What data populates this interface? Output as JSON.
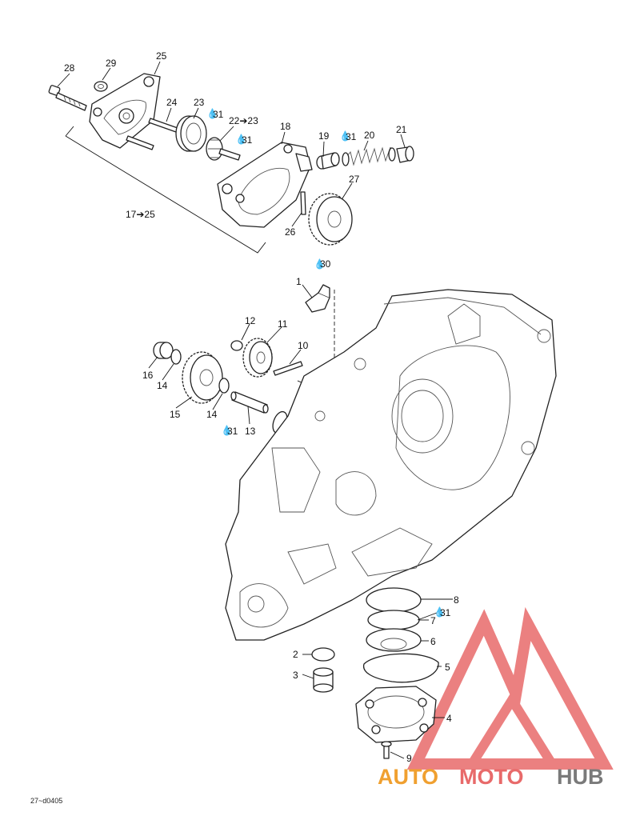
{
  "diagram_code": "27~d0405",
  "callouts": [
    {
      "id": "c28",
      "label": "28"
    },
    {
      "id": "c29",
      "label": "29"
    },
    {
      "id": "c25",
      "label": "25"
    },
    {
      "id": "c24",
      "label": "24"
    },
    {
      "id": "c23",
      "label": "23"
    },
    {
      "id": "c31a",
      "label": "31"
    },
    {
      "id": "c2223",
      "label": "22➔23"
    },
    {
      "id": "c31b",
      "label": "31"
    },
    {
      "id": "c18",
      "label": "18"
    },
    {
      "id": "c19",
      "label": "19"
    },
    {
      "id": "c31c",
      "label": "31"
    },
    {
      "id": "c20",
      "label": "20"
    },
    {
      "id": "c21",
      "label": "21"
    },
    {
      "id": "c27",
      "label": "27"
    },
    {
      "id": "c1725",
      "label": "17➔25"
    },
    {
      "id": "c26",
      "label": "26"
    },
    {
      "id": "c30",
      "label": "30"
    },
    {
      "id": "c1",
      "label": "1"
    },
    {
      "id": "c12",
      "label": "12"
    },
    {
      "id": "c11",
      "label": "11"
    },
    {
      "id": "c10",
      "label": "10"
    },
    {
      "id": "c16",
      "label": "16"
    },
    {
      "id": "c14a",
      "label": "14"
    },
    {
      "id": "c15",
      "label": "15"
    },
    {
      "id": "c14b",
      "label": "14"
    },
    {
      "id": "c31d",
      "label": "31"
    },
    {
      "id": "c13",
      "label": "13"
    },
    {
      "id": "c8",
      "label": "8"
    },
    {
      "id": "c31e",
      "label": "31"
    },
    {
      "id": "c7",
      "label": "7"
    },
    {
      "id": "c6",
      "label": "6"
    },
    {
      "id": "c5",
      "label": "5"
    },
    {
      "id": "c2",
      "label": "2"
    },
    {
      "id": "c3",
      "label": "3"
    },
    {
      "id": "c4",
      "label": "4"
    },
    {
      "id": "c9",
      "label": "9"
    }
  ],
  "watermark": {
    "word_part1": "AUTO",
    "word_part2": "MOTO",
    "word_part3": "HUB",
    "color_red": "#e86a6a",
    "color_orange": "#f0a030",
    "color_gray": "#7a7a7a"
  }
}
